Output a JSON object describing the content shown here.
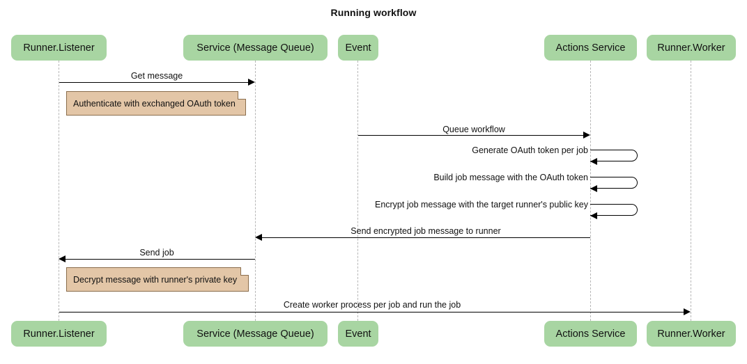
{
  "diagram": {
    "type": "sequence-diagram",
    "title": "Running workflow",
    "participants": [
      {
        "id": "runner-listener",
        "label": "Runner.Listener"
      },
      {
        "id": "service-message-queue",
        "label": "Service (Message Queue)"
      },
      {
        "id": "event",
        "label": "Event"
      },
      {
        "id": "actions-service",
        "label": "Actions Service"
      },
      {
        "id": "runner-worker",
        "label": "Runner.Worker"
      }
    ],
    "messages": [
      {
        "label": "Get message",
        "from": "runner-listener",
        "to": "service-message-queue",
        "direction": "right"
      },
      {
        "label": "Queue workflow",
        "from": "event",
        "to": "actions-service",
        "direction": "right"
      },
      {
        "label": "Generate OAuth token per job",
        "from": "actions-service",
        "to": "actions-service",
        "direction": "self"
      },
      {
        "label": "Build job message with the OAuth token",
        "from": "actions-service",
        "to": "actions-service",
        "direction": "self"
      },
      {
        "label": "Encrypt job message with the target runner's public key",
        "from": "actions-service",
        "to": "actions-service",
        "direction": "self"
      },
      {
        "label": "Send encrypted job message to runner",
        "from": "actions-service",
        "to": "service-message-queue",
        "direction": "left"
      },
      {
        "label": "Send job",
        "from": "service-message-queue",
        "to": "runner-listener",
        "direction": "left"
      },
      {
        "label": "Create worker process per job and run the job",
        "from": "runner-listener",
        "to": "runner-worker",
        "direction": "right"
      }
    ],
    "notes": [
      {
        "text": "Authenticate with exchanged OAuth token",
        "attached_to": "runner-listener"
      },
      {
        "text": "Decrypt message with runner's private key",
        "attached_to": "runner-listener"
      }
    ],
    "colors": {
      "participant_fill": "#a8d5a2",
      "note_fill": "#e3c6a7",
      "note_border": "#8a6d4c",
      "lifeline": "#b6b6b6",
      "line": "#000000",
      "background": "#ffffff"
    }
  }
}
